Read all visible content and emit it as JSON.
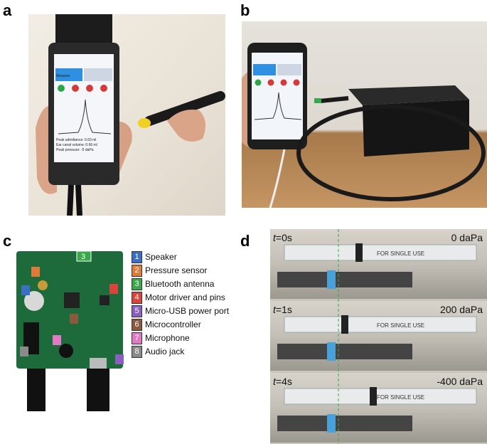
{
  "panels": {
    "a": {
      "letter": "a"
    },
    "b": {
      "letter": "b"
    },
    "c": {
      "letter": "c"
    },
    "d": {
      "letter": "d"
    }
  },
  "phone_screen": {
    "measure_button": "Measure",
    "peak_admittance": "Peak admittance: 0.63 ml",
    "ear_canal_volume": "Ear canal volume: 0.66 ml",
    "peak_pressure": "Peak pressure: -5 daPa"
  },
  "legend": [
    {
      "num": "1",
      "label": "Speaker",
      "color": "#3a6fc4"
    },
    {
      "num": "2",
      "label": "Pressure sensor",
      "color": "#e07a3a"
    },
    {
      "num": "3",
      "label": "Bluetooth antenna",
      "color": "#3aa84a"
    },
    {
      "num": "4",
      "label": "Motor driver and pins",
      "color": "#d9453c"
    },
    {
      "num": "5",
      "label": "Micro-USB power port",
      "color": "#8a5fc0"
    },
    {
      "num": "6",
      "label": "Microcontroller",
      "color": "#8b5a3c"
    },
    {
      "num": "7",
      "label": "Microphone",
      "color": "#e07ac4"
    },
    {
      "num": "8",
      "label": "Audio jack",
      "color": "#8a8a8a"
    }
  ],
  "strips": [
    {
      "t_label": "t",
      "t_value": "=0s",
      "pressure": "0 daPa"
    },
    {
      "t_label": "t",
      "t_value": "=1s",
      "pressure": "200 daPa"
    },
    {
      "t_label": "t",
      "t_value": "=4s",
      "pressure": "-400 daPa"
    }
  ],
  "syringe_text": "FOR SINGLE USE"
}
